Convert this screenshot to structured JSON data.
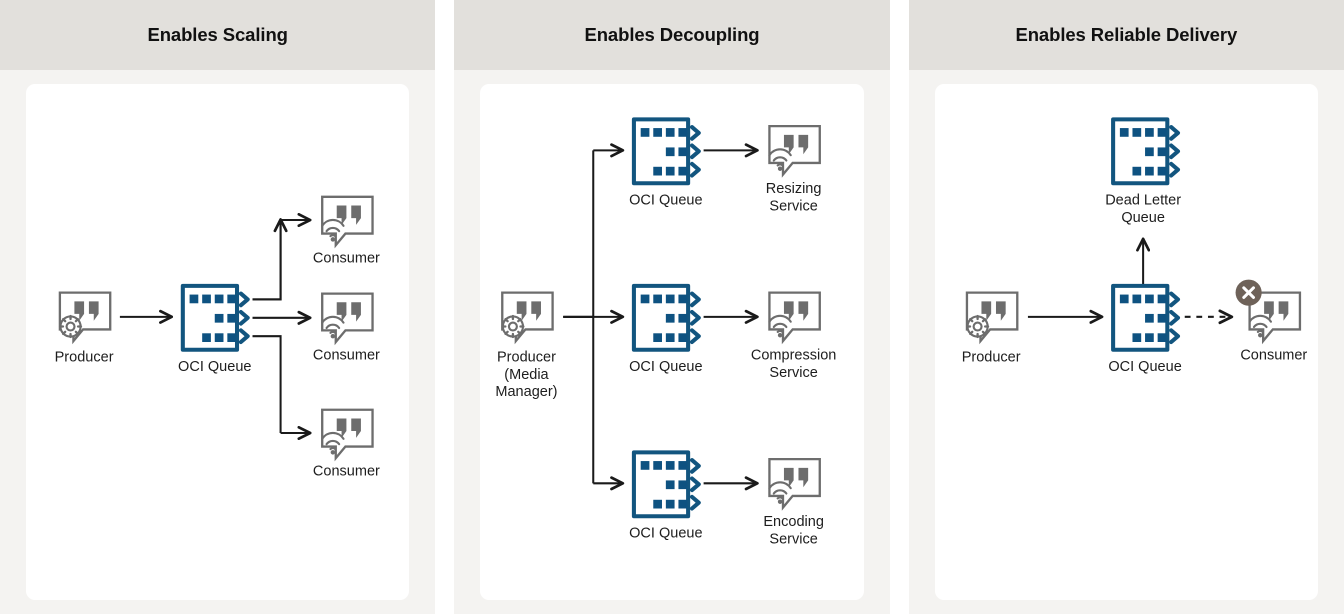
{
  "colors": {
    "header_bg": "#e2e0dc",
    "panel_bg": "#f4f3f1",
    "canvas_bg": "#ffffff",
    "queue_blue": "#12557f",
    "queue_square_blue": "#0e5281",
    "icon_gray": "#6d6d6d",
    "connector_black": "#1a1a1a",
    "error_badge": "#6e6259",
    "text": "#1d1d1d"
  },
  "panels": [
    {
      "id": "scaling",
      "header": "Enables Scaling",
      "nodes": {
        "producer": {
          "label": "Producer",
          "icon": "producer-speech-bubble-gear-icon"
        },
        "queue": {
          "label": "OCI Queue",
          "icon": "oci-queue-icon"
        },
        "consumers": [
          {
            "label": "Consumer",
            "icon": "consumer-speech-bubble-wifi-icon"
          },
          {
            "label": "Consumer",
            "icon": "consumer-speech-bubble-wifi-icon"
          },
          {
            "label": "Consumer",
            "icon": "consumer-speech-bubble-wifi-icon"
          }
        ]
      }
    },
    {
      "id": "decoupling",
      "header": "Enables Decoupling",
      "nodes": {
        "producer": {
          "label_lines": [
            "Producer",
            "(Media",
            "Manager)"
          ],
          "icon": "producer-speech-bubble-gear-icon"
        },
        "branches": [
          {
            "queue_label": "OCI Queue",
            "service_lines": [
              "Resizing",
              "Service"
            ],
            "icon": "service-speech-bubble-wifi-icon"
          },
          {
            "queue_label": "OCI Queue",
            "service_lines": [
              "Compression",
              "Service"
            ],
            "icon": "service-speech-bubble-wifi-icon"
          },
          {
            "queue_label": "OCI Queue",
            "service_lines": [
              "Encoding",
              "Service"
            ],
            "icon": "service-speech-bubble-wifi-icon"
          }
        ]
      }
    },
    {
      "id": "reliable-delivery",
      "header": "Enables Reliable Delivery",
      "nodes": {
        "dead_letter_queue": {
          "label_lines": [
            "Dead Letter",
            "Queue"
          ],
          "icon": "oci-queue-icon"
        },
        "producer": {
          "label": "Producer",
          "icon": "producer-speech-bubble-gear-icon"
        },
        "queue": {
          "label": "OCI Queue",
          "icon": "oci-queue-icon"
        },
        "consumer": {
          "label": "Consumer",
          "icon": "consumer-speech-bubble-wifi-icon",
          "badge": "error-x-badge"
        }
      }
    }
  ]
}
